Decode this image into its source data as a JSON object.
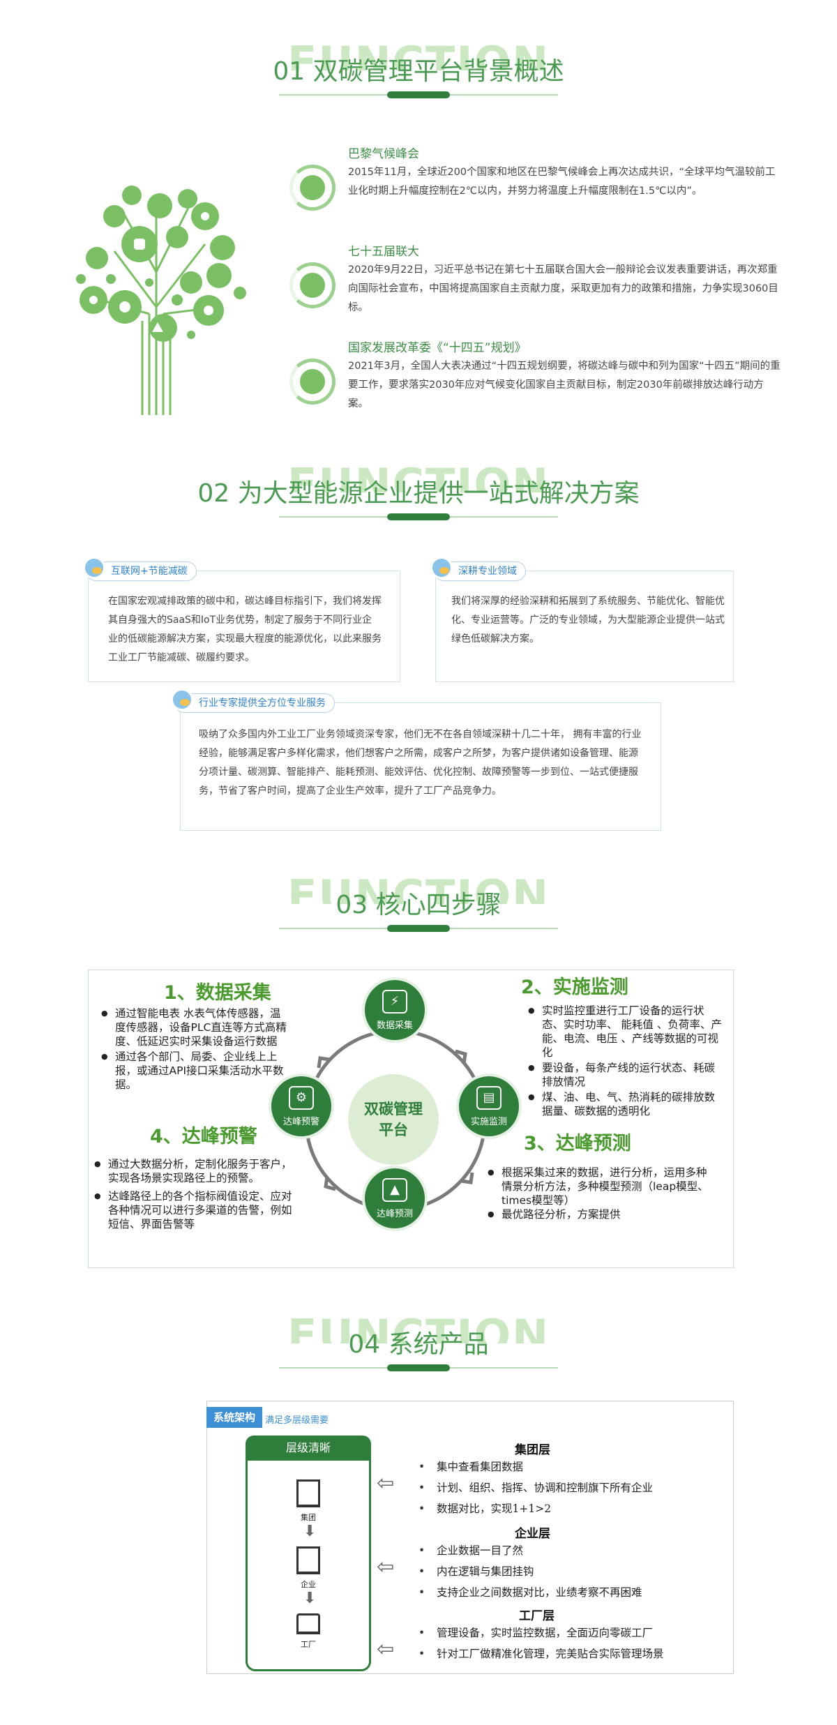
{
  "sections": {
    "s1": {
      "bg": "FUNCTION",
      "title": "01 双碳管理平台背景概述"
    },
    "s2": {
      "bg": "FUNCTION",
      "title": "02 为大型能源企业提供一站式解决方案"
    },
    "s3": {
      "bg": "FUNCTION",
      "title": "03 核心四步骤"
    },
    "s4": {
      "bg": "FUNCTION",
      "title": "04 系统产品"
    }
  },
  "background": {
    "items": [
      {
        "title": "巴黎气候峰会",
        "text": "2015年11月，全球近200个国家和地区在巴黎气候峰会上再次达成共识，“全球平均气温较前工业化时期上升幅度控制在2℃以内，并努力将温度上升幅度限制在1.5℃以内”。",
        "icon": "leaf-icon"
      },
      {
        "title": "七十五届联大",
        "text": "2020年9月22日，习近平总书记在第七十五届联合国大会一般辩论会议发表重要讲话，再次郑重向国际社会宣布，中国将提高国家自主贡献力度，采取更加有力的政策和措施，力争实现3060目标。",
        "icon": "globe-icon"
      },
      {
        "title": "国家发展改革委《“十四五”规划》",
        "text": "2021年3月，全国人大表决通过“十四五规划纲要，将碳达峰与碳中和列为国家“十四五”期间的重要工作，要求落实2030年应对气候变化国家自主贡献目标，制定2030年前碳排放达峰行动方案。",
        "icon": "document-icon"
      }
    ]
  },
  "solutions": {
    "box1": {
      "tag": "互联网+节能减碳",
      "text": "在国家宏观减排政策的碳中和，碳达峰目标指引下，我们将发挥其自身强大的SaaS和IoT业务优势，制定了服务于不同行业企业的低碳能源解决方案，实现最大程度的能源优化，以此来服务工业工厂节能减碳、碳履约要求。"
    },
    "box2": {
      "tag": "深耕专业领域",
      "text": "我们将深厚的经验深耕和拓展到了系统服务、节能优化、智能优化、专业运营等。广泛的专业领域，为大型能源企业提供一站式绿色低碳解决方案。"
    },
    "box3": {
      "tag": "行业专家提供全方位专业服务",
      "text": "吸纳了众多国内外工业工厂业务领域资深专家，他们无不在各自领域深耕十几二十年， 拥有丰富的行业经验，能够满足客户多样化需求，他们想客户之所需，成客户之所梦，为客户提供诸如设备管理、能源分项计量、碳测算、智能排产、能耗预测、能效评估、优化控制、故障预警等一步到位、一站式便捷服务，节省了客户时间，提高了企业生产效率，提升了工厂产品竞争力。"
    }
  },
  "core": {
    "center": [
      "双碳管理",
      "平台"
    ],
    "nodes": {
      "top": "数据采集",
      "right": "实施监测",
      "bottom": "达峰预测",
      "left": "达峰预警"
    },
    "step1": {
      "title": "1、数据采集",
      "items": [
        "通过智能电表 水表气体传感器，温度传感器，设备PLC直连等方式高精度、低延迟实时采集设备运行数据",
        "通过各个部门、局委、企业线上上报，或通过API接口采集活动水平数据。"
      ]
    },
    "step2": {
      "title": "2、实施监测",
      "items": [
        "实时监控重进行工厂设备的运行状态、实时功率、 能耗值 、负荷率、产能、电流、电压 、产线等数据的可视化",
        "要设备，每条产线的运行状态、耗碳排放情况",
        "煤、油、电、气、热消耗的碳排放数据量、碳数据的透明化"
      ]
    },
    "step3": {
      "title": "3、达峰预测",
      "items": [
        "根据采集过来的数据，进行分析，运用多种情景分析方法，多种模型预测（leap模型、times模型等）",
        "最优路径分析，方案提供"
      ]
    },
    "step4": {
      "title": "4、达峰预警",
      "items": [
        "通过大数据分析，定制化服务于客户，实现各场景实现路径上的预警。",
        "达峰路径上的各个指标阀值设定、应对各种情况可以进行多渠道的告警，例如短信、界面告警等"
      ]
    }
  },
  "product": {
    "tag": "系统架构",
    "tag_sub": "满足多层级需要",
    "level_title": "层级清晰",
    "levels": [
      "集团",
      "企业",
      "工厂"
    ],
    "groups": [
      {
        "title": "集团层",
        "items": [
          "集中查看集团数据",
          "计划、组织、指挥、协调和控制旗下所有企业",
          "数据对比，实现1+1>2"
        ]
      },
      {
        "title": "企业层",
        "items": [
          "企业数据一目了然",
          "内在逻辑与集团挂钩",
          "支持企业之间数据对比，业绩考察不再困难"
        ]
      },
      {
        "title": "工厂层",
        "items": [
          "管理设备，实时监控数据，全面迈向零碳工厂",
          "针对工厂做精准化管理，完美贴合实际管理场景"
        ]
      }
    ]
  },
  "colors": {
    "green": "#2f7d3b",
    "light_green": "#7bbf64",
    "blue": "#3d8fd6"
  }
}
